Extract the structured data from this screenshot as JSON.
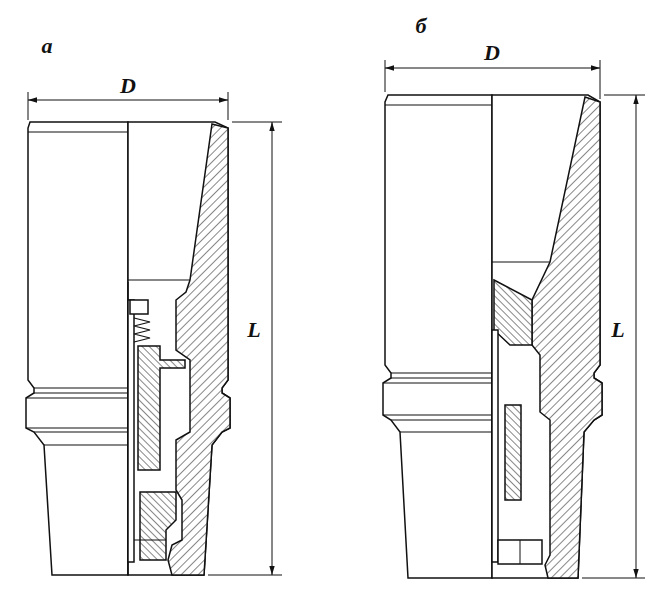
{
  "diagram": {
    "labels": [
      "а",
      "D",
      "L",
      "б",
      "D",
      "L"
    ]
  }
}
